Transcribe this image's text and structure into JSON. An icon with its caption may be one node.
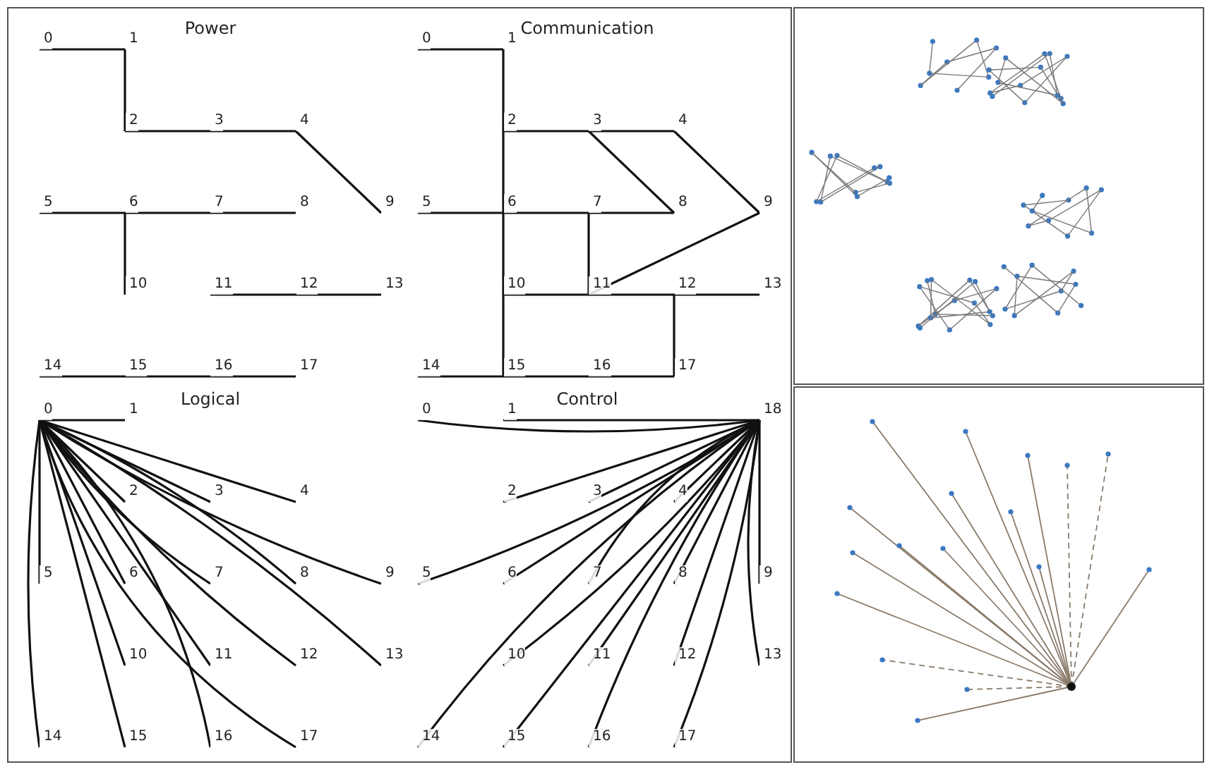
{
  "diagram": {
    "nodes": [
      {
        "text": [
          "0"
        ]
      },
      {
        "text": [
          "1"
        ]
      },
      {
        "text": [
          "2"
        ]
      },
      {
        "text": [
          "3"
        ]
      },
      {
        "text": [
          "4"
        ]
      },
      {
        "text": [
          "5"
        ]
      },
      {
        "text": [
          "6"
        ]
      },
      {
        "text": [
          "7"
        ]
      },
      {
        "text": [
          "8"
        ]
      },
      {
        "text": [
          "9"
        ]
      },
      {
        "text": [
          "10"
        ]
      },
      {
        "text": [
          "11"
        ]
      },
      {
        "text": [
          "12"
        ]
      },
      {
        "text": [
          "13"
        ]
      },
      {
        "text": [
          "14"
        ]
      },
      {
        "text": [
          "15"
        ]
      },
      {
        "text": [
          "16"
        ]
      },
      {
        "text": [
          "17"
        ]
      },
      {
        "text": [
          "0"
        ]
      },
      {
        "text": [
          "1"
        ]
      },
      {
        "text": [
          "2"
        ]
      },
      {
        "text": [
          "3"
        ]
      },
      {
        "text": [
          "4"
        ]
      },
      {
        "text": [
          "5"
        ]
      },
      {
        "text": [
          "6"
        ]
      },
      {
        "text": [
          "7"
        ]
      },
      {
        "text": [
          "8"
        ]
      },
      {
        "text": [
          "9"
        ]
      },
      {
        "text": [
          "10"
        ]
      },
      {
        "text": [
          "11"
        ]
      },
      {
        "text": [
          "12"
        ]
      },
      {
        "text": [
          "13"
        ]
      },
      {
        "text": [
          "14"
        ]
      },
      {
        "text": [
          "15"
        ]
      },
      {
        "text": [
          "16"
        ]
      },
      {
        "text": [
          "17"
        ]
      },
      {
        "text": [
          "0"
        ]
      },
      {
        "text": [
          "1"
        ]
      },
      {
        "text": [
          "2"
        ]
      },
      {
        "text": [
          "3"
        ]
      },
      {
        "text": [
          "4"
        ]
      },
      {
        "text": [
          "5"
        ]
      },
      {
        "text": [
          "6"
        ]
      },
      {
        "text": [
          "7"
        ]
      },
      {
        "text": [
          "8"
        ]
      },
      {
        "text": [
          "9"
        ]
      },
      {
        "text": [
          "10"
        ]
      },
      {
        "text": [
          "11"
        ]
      },
      {
        "text": [
          "12"
        ]
      },
      {
        "text": [
          "13"
        ]
      },
      {
        "text": [
          "14"
        ]
      },
      {
        "text": [
          "15"
        ]
      },
      {
        "text": [
          "16"
        ]
      },
      {
        "text": [
          "17"
        ]
      },
      {
        "text": [
          "0"
        ]
      },
      {
        "text": [
          "1"
        ]
      },
      {
        "text": [
          "2"
        ]
      },
      {
        "text": [
          "3"
        ]
      },
      {
        "text": [
          "4"
        ]
      },
      {
        "text": [
          "5"
        ]
      },
      {
        "text": [
          "6"
        ]
      },
      {
        "text": [
          "7"
        ]
      },
      {
        "text": [
          "8"
        ]
      },
      {
        "text": [
          "9"
        ]
      },
      {
        "text": [
          "10"
        ]
      },
      {
        "text": [
          "11"
        ]
      },
      {
        "text": [
          "12"
        ]
      },
      {
        "text": [
          "13"
        ]
      },
      {
        "text": [
          "14"
        ]
      },
      {
        "text": [
          "15"
        ]
      },
      {
        "text": [
          "16"
        ]
      },
      {
        "text": [
          "17"
        ]
      },
      {
        "text": [
          "18"
        ]
      },
      {
        "text": [],
        "shape": "picture"
      },
      {
        "text": [],
        "shape": "picture"
      }
    ],
    "edges": [
      {
        "from": 0,
        "to": 1,
        "arrow": "none"
      },
      {
        "from": 1,
        "to": 2,
        "arrow": "none"
      },
      {
        "from": 2,
        "to": 3,
        "arrow": "none"
      },
      {
        "from": 3,
        "to": 4,
        "arrow": "none"
      },
      {
        "from": 4,
        "to": 9,
        "arrow": "none"
      },
      {
        "from": 5,
        "to": 6,
        "arrow": "none"
      },
      {
        "from": 6,
        "to": 7,
        "arrow": "none"
      },
      {
        "from": 7,
        "to": 8,
        "arrow": "none"
      },
      {
        "from": 6,
        "to": 10,
        "arrow": "none"
      },
      {
        "from": 11,
        "to": 12,
        "arrow": "none"
      },
      {
        "from": 12,
        "to": 13,
        "arrow": "none"
      },
      {
        "from": 14,
        "to": 15,
        "arrow": "none"
      },
      {
        "from": 15,
        "to": 16,
        "arrow": "none"
      },
      {
        "from": 16,
        "to": 17,
        "arrow": "none"
      },
      {
        "from": 18,
        "to": 19,
        "arrow": "none"
      },
      {
        "from": 19,
        "to": 20,
        "arrow": "none"
      },
      {
        "from": 20,
        "to": 21,
        "arrow": "none"
      },
      {
        "from": 21,
        "to": 22,
        "arrow": "none"
      },
      {
        "from": 21,
        "to": 26,
        "arrow": "none"
      },
      {
        "from": 22,
        "to": 27,
        "arrow": "none"
      },
      {
        "from": 20,
        "to": 24,
        "arrow": "none"
      },
      {
        "from": 23,
        "to": 24,
        "arrow": "none"
      },
      {
        "from": 24,
        "to": 25,
        "arrow": "none"
      },
      {
        "from": 25,
        "to": 26,
        "arrow": "none"
      },
      {
        "from": 25,
        "to": 29,
        "arrow": "none"
      },
      {
        "from": 27,
        "to": 29,
        "arrow": "none"
      },
      {
        "from": 24,
        "to": 28,
        "arrow": "none"
      },
      {
        "from": 28,
        "to": 29,
        "arrow": "none"
      },
      {
        "from": 29,
        "to": 30,
        "arrow": "none"
      },
      {
        "from": 30,
        "to": 31,
        "arrow": "none"
      },
      {
        "from": 28,
        "to": 33,
        "arrow": "none"
      },
      {
        "from": 30,
        "to": 35,
        "arrow": "none"
      },
      {
        "from": 32,
        "to": 33,
        "arrow": "none"
      },
      {
        "from": 33,
        "to": 34,
        "arrow": "none"
      },
      {
        "from": 34,
        "to": 35,
        "arrow": "none"
      },
      {
        "from": 36,
        "to": 37,
        "arrow": "none"
      },
      {
        "from": 36,
        "to": 38,
        "arrow": "none"
      },
      {
        "from": 36,
        "to": 39,
        "arrow": "none"
      },
      {
        "from": 36,
        "to": 40,
        "arrow": "none"
      },
      {
        "from": 36,
        "to": 41,
        "arrow": "none"
      },
      {
        "from": 36,
        "to": 42,
        "arrow": "none"
      },
      {
        "from": 36,
        "to": 43,
        "arrow": "none"
      },
      {
        "from": 36,
        "to": 44,
        "arrow": "none"
      },
      {
        "from": 36,
        "to": 45,
        "arrow": "none"
      },
      {
        "from": 36,
        "to": 46,
        "arrow": "none"
      },
      {
        "from": 36,
        "to": 47,
        "arrow": "none"
      },
      {
        "from": 36,
        "to": 48,
        "arrow": "none"
      },
      {
        "from": 36,
        "to": 49,
        "arrow": "none"
      },
      {
        "from": 36,
        "to": 50,
        "arrow": "none"
      },
      {
        "from": 36,
        "to": 51,
        "arrow": "none"
      },
      {
        "from": 36,
        "to": 52,
        "arrow": "none"
      },
      {
        "from": 36,
        "to": 53,
        "arrow": "none"
      },
      {
        "from": 72,
        "to": 54,
        "arrow": "none"
      },
      {
        "from": 72,
        "to": 55,
        "arrow": "none"
      },
      {
        "from": 72,
        "to": 56,
        "arrow": "none"
      },
      {
        "from": 72,
        "to": 57,
        "arrow": "none"
      },
      {
        "from": 72,
        "to": 58,
        "arrow": "none"
      },
      {
        "from": 72,
        "to": 59,
        "arrow": "none"
      },
      {
        "from": 72,
        "to": 60,
        "arrow": "none"
      },
      {
        "from": 72,
        "to": 61,
        "arrow": "none"
      },
      {
        "from": 72,
        "to": 62,
        "arrow": "none"
      },
      {
        "from": 72,
        "to": 63,
        "arrow": "none"
      },
      {
        "from": 72,
        "to": 64,
        "arrow": "none"
      },
      {
        "from": 72,
        "to": 65,
        "arrow": "none"
      },
      {
        "from": 72,
        "to": 66,
        "arrow": "none"
      },
      {
        "from": 72,
        "to": 67,
        "arrow": "none"
      },
      {
        "from": 72,
        "to": 68,
        "arrow": "none"
      },
      {
        "from": 72,
        "to": 69,
        "arrow": "none"
      },
      {
        "from": 72,
        "to": 70,
        "arrow": "none"
      },
      {
        "from": 72,
        "to": 71,
        "arrow": "none"
      }
    ],
    "labels": [
      "Power",
      "Communication",
      "Logical",
      "Control"
    ]
  }
}
